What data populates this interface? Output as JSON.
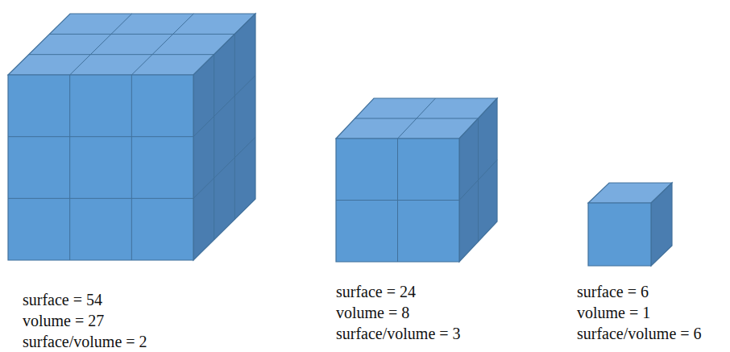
{
  "diagram": {
    "labels": [
      "surface = 54",
      "volume = 27",
      "surface/volume = 2",
      "surface = 24",
      "volume = 8",
      "surface/volume = 3",
      "surface = 6",
      "volume = 1",
      "surface/volume = 6"
    ]
  }
}
